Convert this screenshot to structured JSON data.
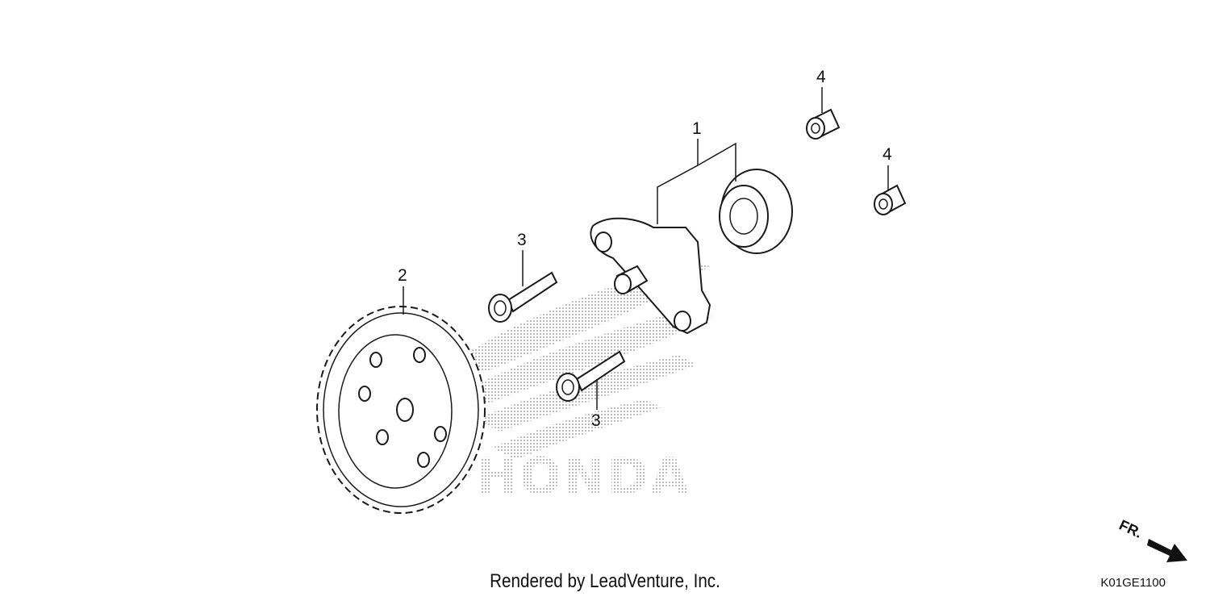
{
  "callouts": {
    "pump": "1",
    "gear": "2",
    "bolt_upper": "3",
    "bolt_lower": "3",
    "dowel_upper": "4",
    "dowel_lower": "4"
  },
  "watermark": "HONDA",
  "direction_marker": "FR.",
  "credit": "Rendered by LeadVenture, Inc.",
  "diagram_code": "K01GE1100",
  "colors": {
    "ink": "#1a1a1a",
    "watermark": "#9a9a9a",
    "background": "#ffffff"
  }
}
